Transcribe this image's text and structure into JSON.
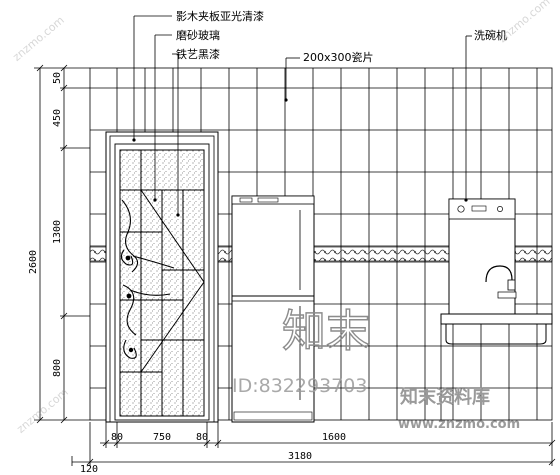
{
  "annotations": {
    "wood_veneer": "影木夹板亚光清漆",
    "frosted_glass": "磨砂玻璃",
    "iron_black": "铁艺黑漆",
    "tile": "200x300瓷片",
    "dishwasher": "洗碗机"
  },
  "dimensions": {
    "vertical_total": "2600",
    "vertical_segments": [
      "50",
      "450",
      "1300",
      "800"
    ],
    "horizontal_segments": [
      "80",
      "750",
      "80",
      "1600"
    ],
    "horizontal_total": "3180",
    "left_offset": "120"
  },
  "watermarks": {
    "big": "知末",
    "id": "ID:832293703",
    "brand": "知末资料库",
    "url": "www.znzmo.com",
    "corner": "znzmo.com"
  }
}
